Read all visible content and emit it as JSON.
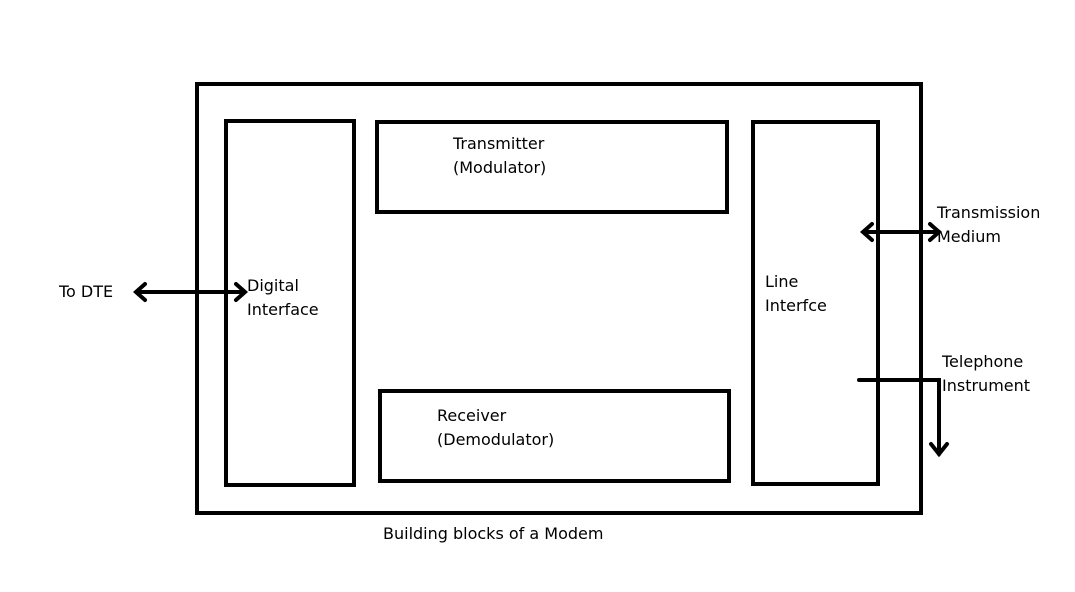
{
  "diagram": {
    "caption": "Building blocks of a Modem",
    "external": {
      "dte": "To DTE",
      "medium_line1": "Transmission",
      "medium_line2": "Medium",
      "phone_line1": "Telephone",
      "phone_line2": "Instrument"
    },
    "blocks": {
      "digital_interface": {
        "line1": "Digital",
        "line2": "Interface"
      },
      "transmitter": {
        "line1": "Transmitter",
        "line2": "(Modulator)"
      },
      "receiver": {
        "line1": "Receiver",
        "line2": "(Demodulator)"
      },
      "line_interface": {
        "line1": "Line",
        "line2": "Interfce"
      }
    },
    "colors": {
      "stroke": "#000000",
      "background": "#ffffff"
    }
  }
}
